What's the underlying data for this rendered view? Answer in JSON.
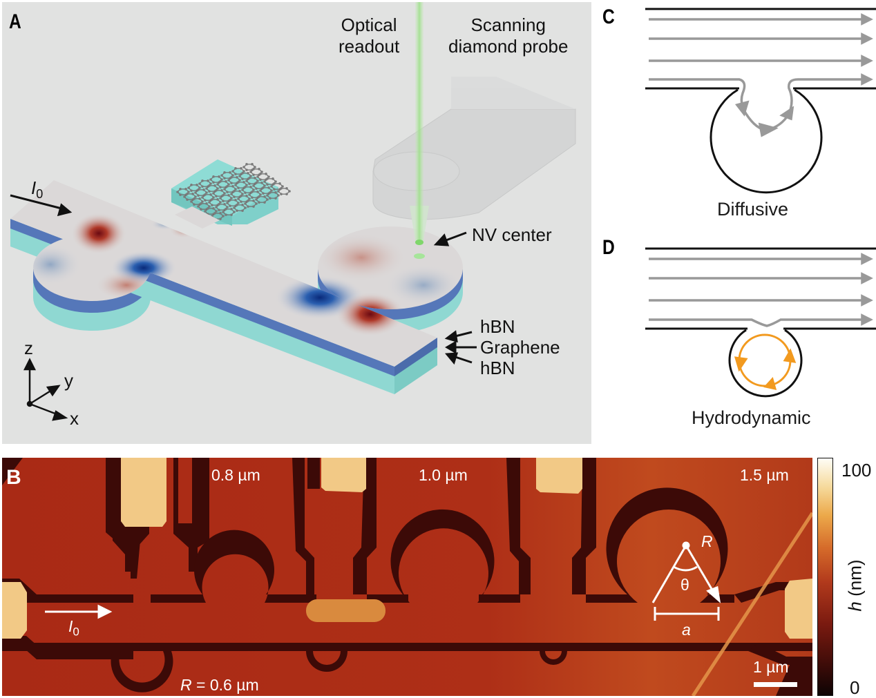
{
  "figure": {
    "panels": {
      "a": {
        "label": "A",
        "current_label": "I",
        "current_subscript": "0",
        "optical_readout": [
          "Optical",
          "readout"
        ],
        "scanning_probe": [
          "Scanning",
          "diamond probe"
        ],
        "nv_center": "NV center",
        "layers": [
          "hBN",
          "Graphene",
          "hBN"
        ],
        "axes": {
          "z": "z",
          "y": "y",
          "x": "x"
        },
        "colors": {
          "hbn": "#8fd8d2",
          "graphene": "#5577b9",
          "beam": "#a8e29a",
          "field_red": "#a51c1c",
          "field_blue": "#1c4ea5"
        }
      },
      "b": {
        "label": "B",
        "sizes": [
          "0.8 µm",
          "1.0 µm",
          "1.5 µm"
        ],
        "radius_label": "R = 0.6 µm",
        "radius_symbol": "R",
        "radius_value": " = 0.6 µm",
        "current_label": "I",
        "current_subscript": "0",
        "geometry": {
          "r": "R",
          "theta": "θ",
          "a": "a"
        },
        "scale_bar": "1 µm",
        "colorbar": {
          "max": "100",
          "min": "0",
          "label_var": "h",
          "label_unit": " (nm)"
        }
      },
      "c": {
        "label": "C",
        "caption": "Diffusive"
      },
      "d": {
        "label": "D",
        "caption": "Hydrodynamic",
        "vortex_color": "#f29a1f"
      }
    }
  }
}
